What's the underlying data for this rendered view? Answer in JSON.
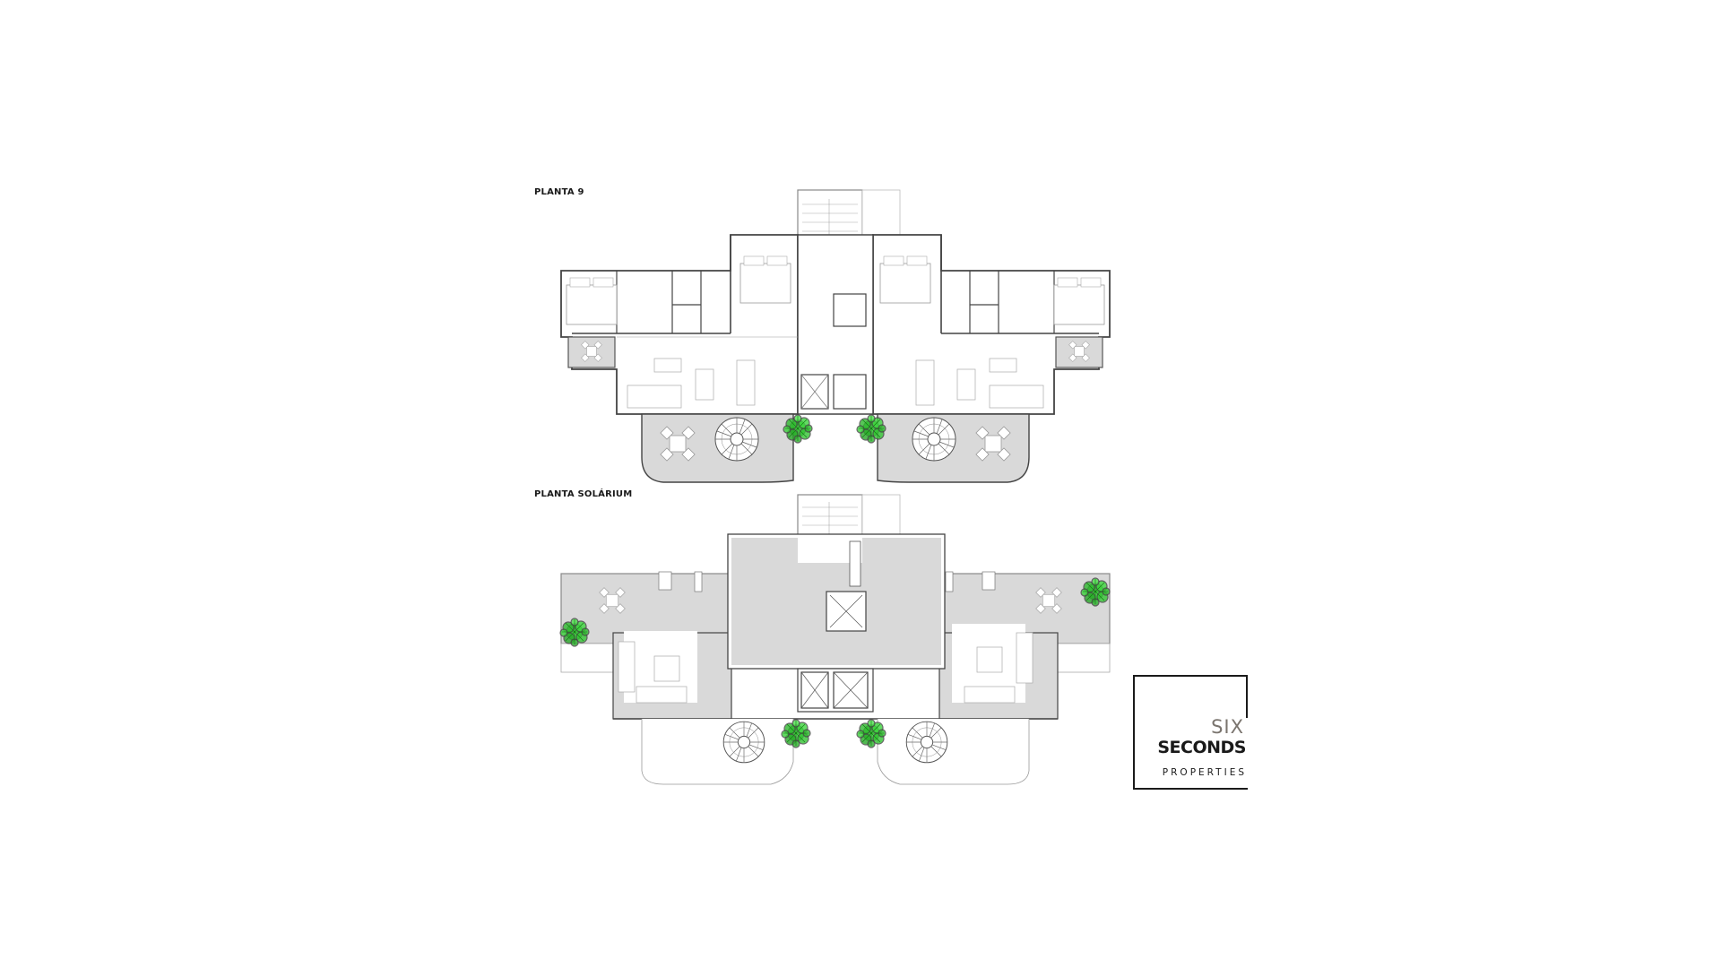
{
  "plans": [
    {
      "id": "planta-9",
      "title": "PLANTA 9"
    },
    {
      "id": "planta-solarium",
      "title": "PLANTA SOLÁRIUM"
    }
  ],
  "logo": {
    "line1": "SIX",
    "line2": "SECONDS",
    "line3": "PROPERTIES"
  },
  "colors": {
    "background": "#ffffff",
    "wall": "#444444",
    "fill_gray": "#d9d9d9",
    "plant_green": "#2fc12f",
    "logo_dark": "#1a1a1a",
    "logo_accent": "#7a746e"
  }
}
